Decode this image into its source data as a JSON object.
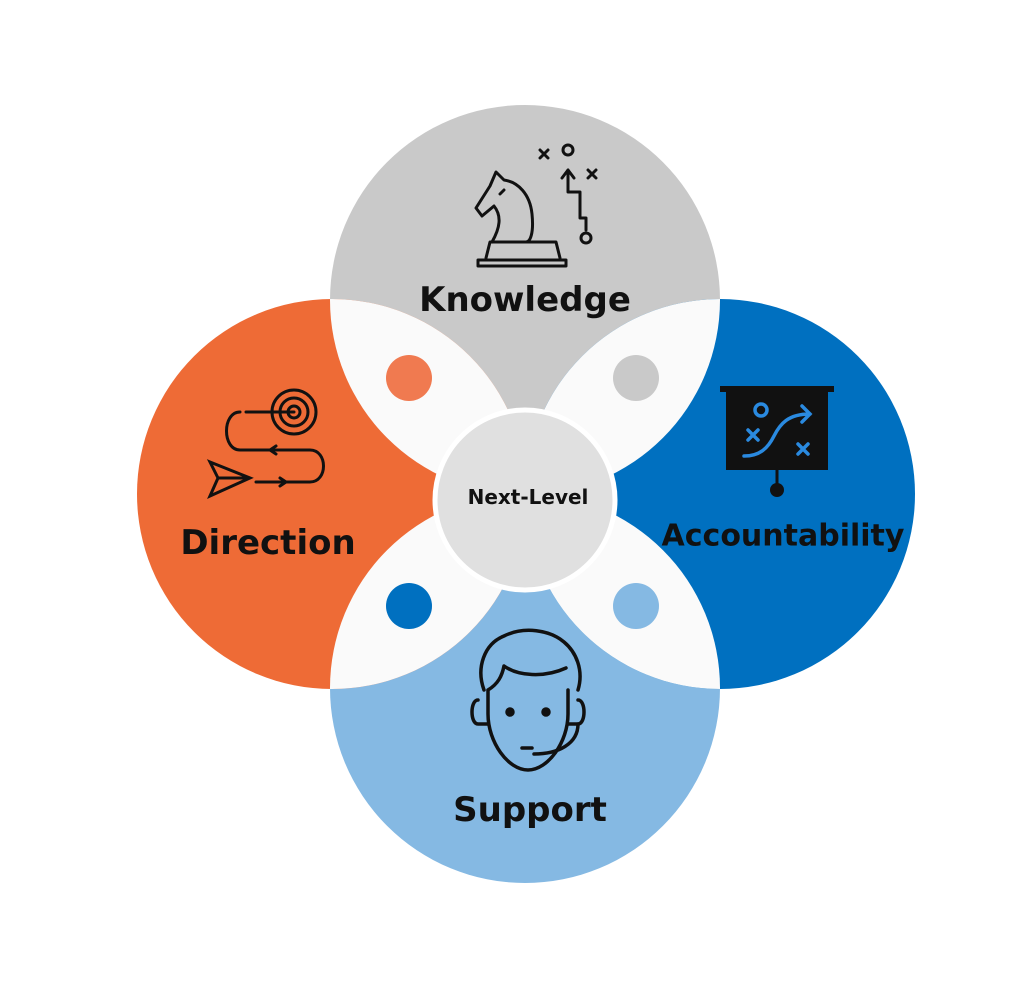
{
  "center": {
    "label": "Next-Level",
    "color": "#e0e0e0"
  },
  "petals": [
    {
      "id": "knowledge",
      "label": "Knowledge",
      "icon": "chess-knight-strategy-icon",
      "color": "#c9c9c9"
    },
    {
      "id": "accountability",
      "label": "Accountability",
      "icon": "strategy-board-icon",
      "color": "#0070c0"
    },
    {
      "id": "support",
      "label": "Support",
      "icon": "headset-agent-icon",
      "color": "#85b9e3"
    },
    {
      "id": "direction",
      "label": "Direction",
      "icon": "target-path-icon",
      "color": "#ee6b36"
    }
  ],
  "dots": [
    "#f07a50",
    "#c9c9c9",
    "#0070c0",
    "#85b9e3"
  ]
}
